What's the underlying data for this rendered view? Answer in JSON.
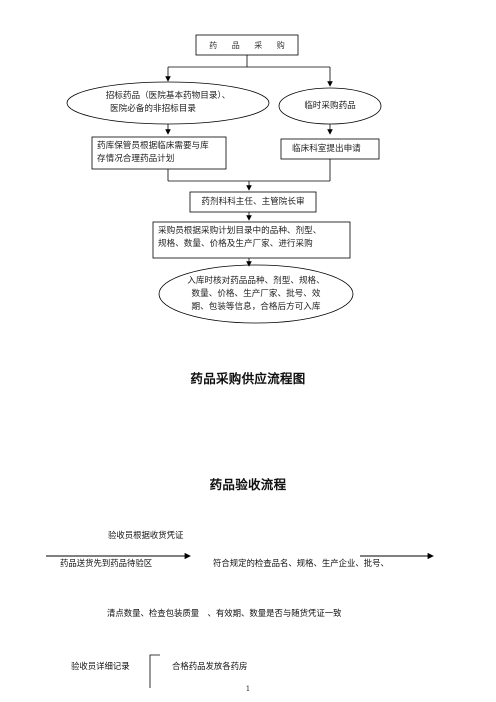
{
  "chart1": {
    "top_box": "药 品 采 购",
    "left_ellipse_line1": "招标药品（医院基本药物目录）、",
    "left_ellipse_line2": "医院必备的非招标目录",
    "right_ellipse": "临时采购药品",
    "left_rect_line1": "药库保管员根据临床需要与库",
    "left_rect_line2": "存情况合理药品计划",
    "right_rect": "临床科室提出申请",
    "approve_box": "药剂科科主任、主管院长审",
    "purchase_box_line1": "采购员根据采购计划目录中的品种、剂型、",
    "purchase_box_line2": "规格、数量、价格及生产厂家、进行采购",
    "inbound_line1": "入库时核对药品品种、剂型、规格、",
    "inbound_line2": "数量、价格、生产厂家、批号、效",
    "inbound_line3": "期、包装等信息，合格后方可入库",
    "title": "药品采购供应流程图"
  },
  "chart2": {
    "title": "药品验收流程",
    "step_above": "验收员根据收货凭证",
    "step1": "药品送货先到药品待验区",
    "step2": "符合规定的检查品名、规格、生产企业、批号、",
    "step3": "清点数量、检查包装质量　、有效期、数量是否与随货凭证一致",
    "step4": "验收员详细记录",
    "step5": "合格药品发放各药房"
  },
  "page_number": "1"
}
